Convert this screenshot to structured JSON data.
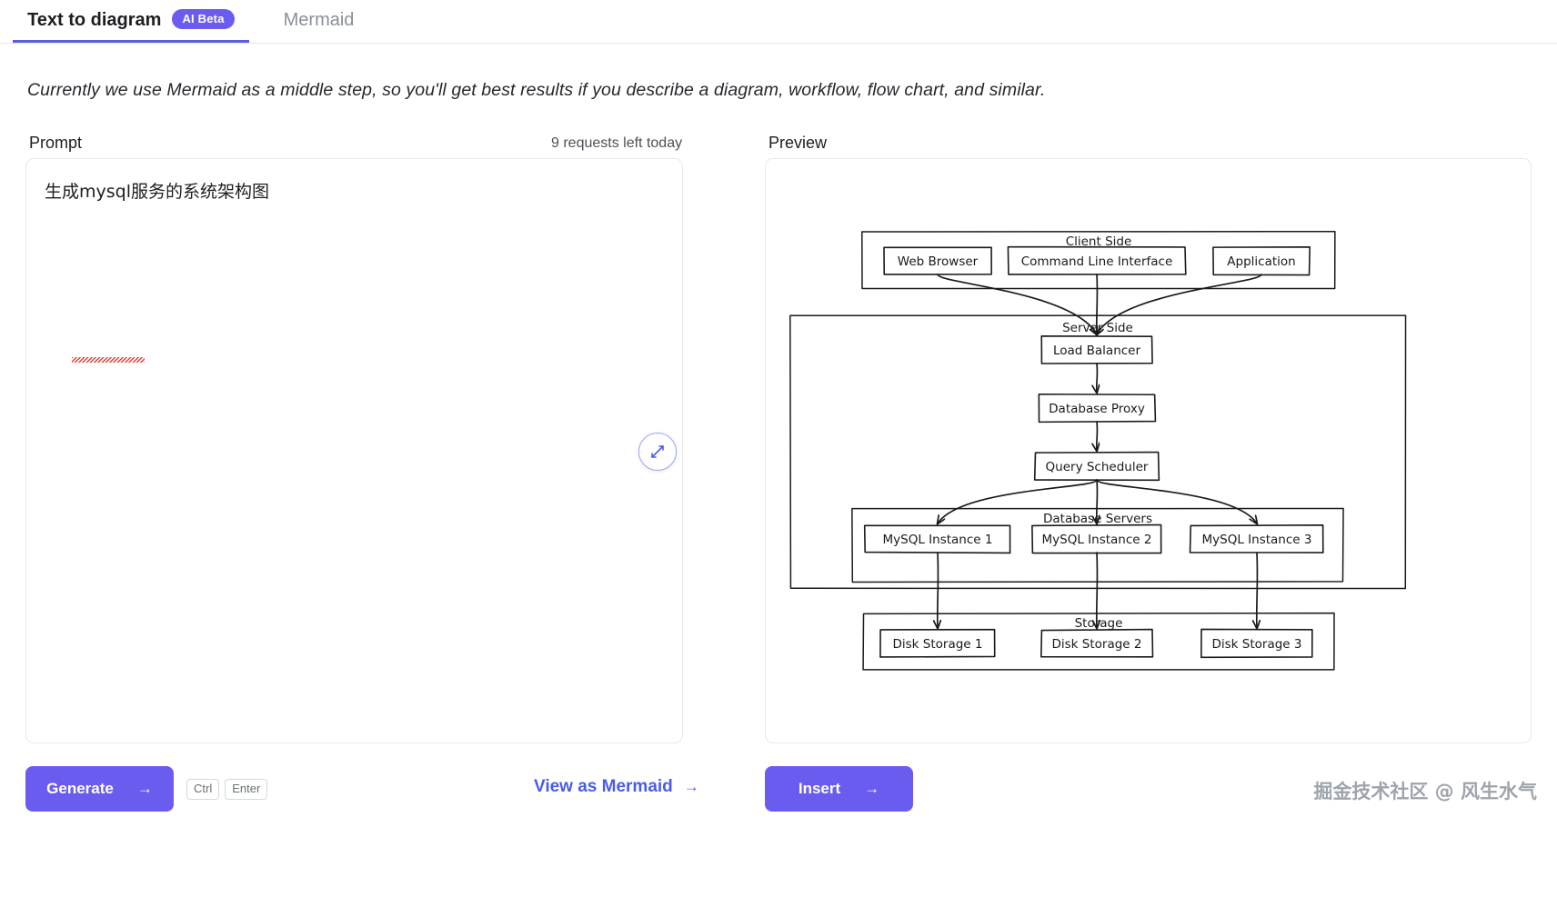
{
  "tabs": [
    {
      "label": "Text to diagram",
      "badge": "AI Beta",
      "active": true
    },
    {
      "label": "Mermaid",
      "badge": "",
      "active": false
    }
  ],
  "subtitle": "Currently we use Mermaid as a middle step, so you'll get best results if you describe a diagram, workflow, flow chart, and similar.",
  "prompt": {
    "header": "Prompt",
    "requests_left": "9 requests left today",
    "value": "生成mysql服务的系统架构图",
    "expand_icon": "expand-icon"
  },
  "preview": {
    "header": "Preview"
  },
  "footer": {
    "generate_label": "Generate",
    "generate_arrow": "→",
    "kbd_ctrl": "Ctrl",
    "kbd_enter": "Enter",
    "view_as_mermaid_label": "View as Mermaid",
    "view_as_mermaid_arrow": "→",
    "insert_label": "Insert",
    "insert_arrow": "→",
    "watermark": "掘金技术社区 @ 风生水气"
  },
  "colors": {
    "accent": "#6b5cf0",
    "link": "#4a5ce8",
    "tab_active_underline": "#5c5ce0",
    "border": "#e6e8eb",
    "text": "#1c1e21",
    "muted": "#8a9097",
    "diagram_stroke": "#1a1a1a"
  },
  "chart_data": {
    "type": "diagram",
    "title": "MySQL service system architecture",
    "style": "hand-drawn mermaid flowchart",
    "groups": [
      {
        "id": "client",
        "label": "Client Side",
        "nodes": [
          "Web Browser",
          "Command Line Interface",
          "Application"
        ]
      },
      {
        "id": "server",
        "label": "Server Side",
        "nodes": [
          "Load Balancer",
          "Database Proxy",
          "Query Scheduler"
        ]
      },
      {
        "id": "dbs",
        "label": "Database Servers",
        "nodes": [
          "MySQL Instance 1",
          "MySQL Instance 2",
          "MySQL Instance 3"
        ]
      },
      {
        "id": "store",
        "label": "Storage",
        "nodes": [
          "Disk Storage 1",
          "Disk Storage 2",
          "Disk Storage 3"
        ]
      }
    ],
    "edges": [
      {
        "from": "Web Browser",
        "to": "Load Balancer"
      },
      {
        "from": "Command Line Interface",
        "to": "Load Balancer"
      },
      {
        "from": "Application",
        "to": "Load Balancer"
      },
      {
        "from": "Load Balancer",
        "to": "Database Proxy"
      },
      {
        "from": "Database Proxy",
        "to": "Query Scheduler"
      },
      {
        "from": "Query Scheduler",
        "to": "MySQL Instance 1"
      },
      {
        "from": "Query Scheduler",
        "to": "MySQL Instance 2"
      },
      {
        "from": "Query Scheduler",
        "to": "MySQL Instance 3"
      },
      {
        "from": "MySQL Instance 1",
        "to": "Disk Storage 1"
      },
      {
        "from": "MySQL Instance 2",
        "to": "Disk Storage 2"
      },
      {
        "from": "MySQL Instance 3",
        "to": "Disk Storage 3"
      }
    ]
  }
}
